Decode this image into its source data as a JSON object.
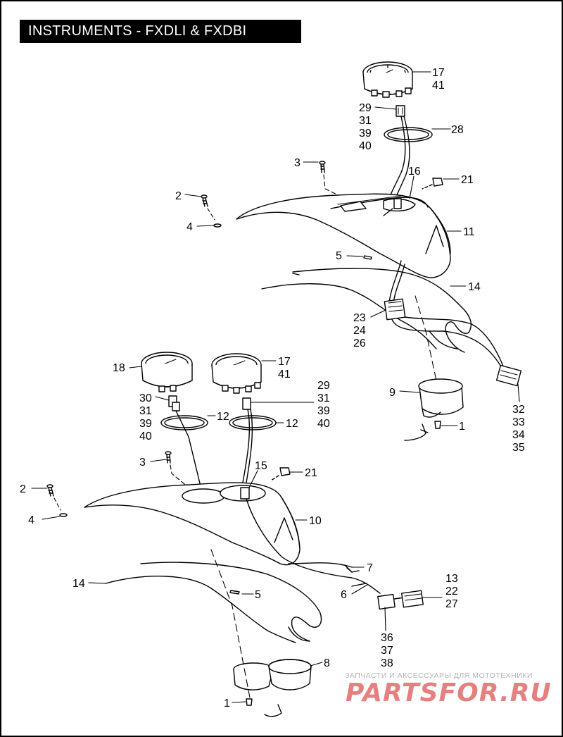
{
  "title": "INSTRUMENTS - FXDLI & FXDBI",
  "callouts": {
    "upper": {
      "c17": "17",
      "c41": "41",
      "c29": "29",
      "c31": "31",
      "c39": "39",
      "c40": "40",
      "c28": "28",
      "c3": "3",
      "c16": "16",
      "c21": "21",
      "c2": "2",
      "c4": "4",
      "c11": "11",
      "c5": "5",
      "c14": "14",
      "c23": "23",
      "c24": "24",
      "c26": "26",
      "c9": "9",
      "c1": "1",
      "c32": "32",
      "c33": "33",
      "c34": "34",
      "c35": "35"
    },
    "lower": {
      "c18": "18",
      "c17": "17",
      "c41": "41",
      "c30": "30",
      "c31a": "31",
      "c39a": "39",
      "c40a": "40",
      "c29": "29",
      "c31b": "31",
      "c39b": "39",
      "c40b": "40",
      "c12a": "12",
      "c12b": "12",
      "c3": "3",
      "c15": "15",
      "c21": "21",
      "c2": "2",
      "c4": "4",
      "c10": "10",
      "c7": "7",
      "c14": "14",
      "c6": "6",
      "c5": "5",
      "c13": "13",
      "c22": "22",
      "c27": "27",
      "c36": "36",
      "c37": "37",
      "c38": "38",
      "c8": "8",
      "c1": "1"
    }
  },
  "watermark": {
    "tagline": "ЗАПЧАСТИ И АКСЕССУАРЫ ДЛЯ МОТОТЕХНИКИ",
    "brand": "PARTSFOR.RU"
  }
}
